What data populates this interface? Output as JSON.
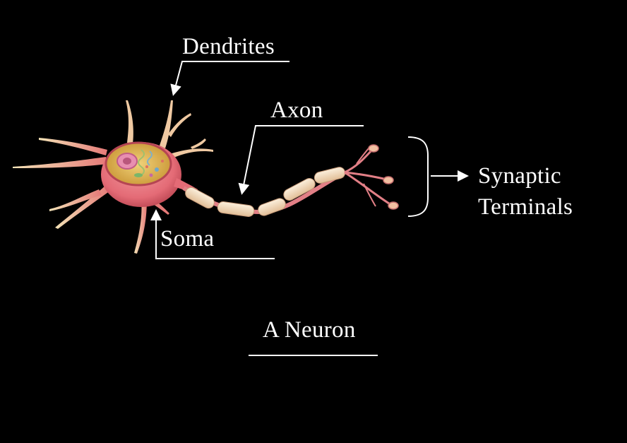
{
  "labels": {
    "dendrites": "Dendrites",
    "axon": "Axon",
    "soma": "Soma",
    "synaptic_line1": "Synaptic",
    "synaptic_line2": "Terminals"
  },
  "title": "A Neuron",
  "colors": {
    "background": "#000000",
    "label_text": "#ffffff",
    "cell_body": "#e8707a",
    "dendrite_tip": "#f1deb0",
    "nucleus_interior": "#d9b14a",
    "myelin_sheath": "#f3dcc0"
  }
}
